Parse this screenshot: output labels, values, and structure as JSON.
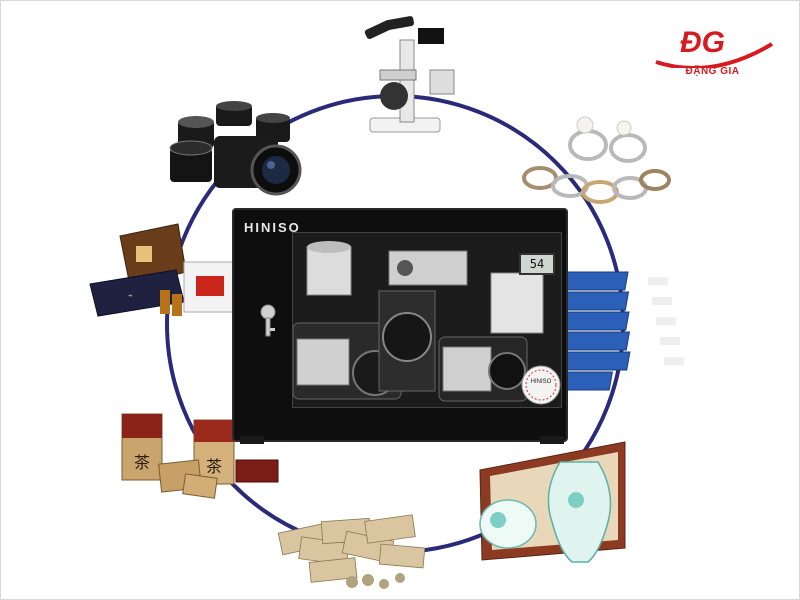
{
  "logo": {
    "mark": "ĐG",
    "name": "ĐẶNG GIA",
    "accent": "#d71920"
  },
  "cabinet": {
    "brand": "HINISO",
    "display_reading": "54",
    "hygrometer_label": "HINISO"
  },
  "circle_color": "#2b2a7a",
  "items": [
    {
      "name": "microscope"
    },
    {
      "name": "jewelry-rings"
    },
    {
      "name": "binders"
    },
    {
      "name": "porcelain-vases"
    },
    {
      "name": "banknotes"
    },
    {
      "name": "tea-boxes"
    },
    {
      "name": "medicine-boxes"
    },
    {
      "name": "camera-lenses"
    }
  ]
}
